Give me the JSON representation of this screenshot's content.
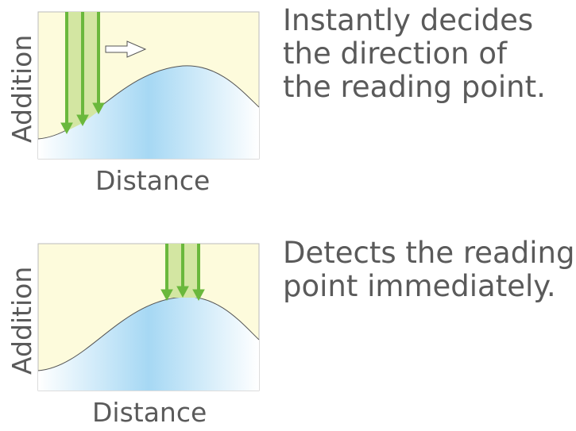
{
  "panels": [
    {
      "caption": "Instantly decides\nthe direction of\nthe reading point.",
      "xlabel": "Distance",
      "ylabel": "Addition"
    },
    {
      "caption": "Detects the reading\npoint immediately.",
      "xlabel": "Distance",
      "ylabel": "Addition"
    }
  ],
  "colors": {
    "background": "#fdfbdc",
    "arrow": "#6ab83c",
    "band": "#d3e6a2",
    "curve_blue": "#9fd3f2"
  }
}
